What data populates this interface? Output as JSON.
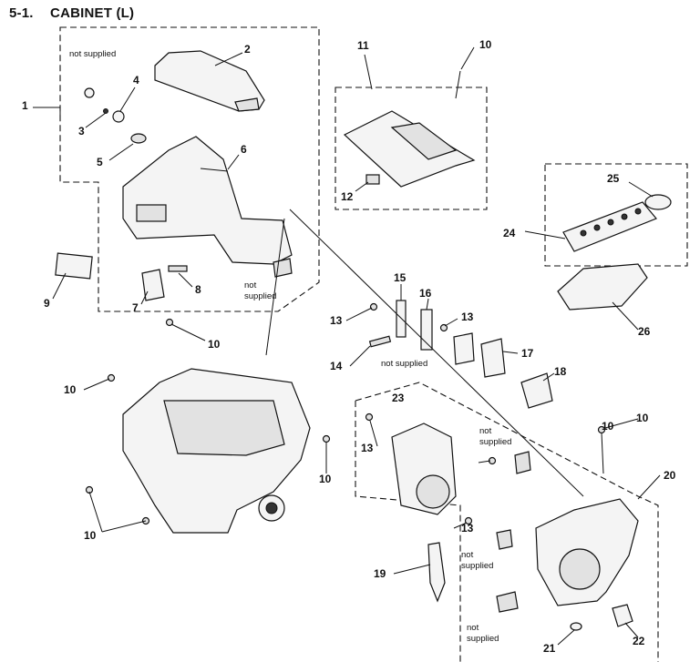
{
  "section": {
    "number": "5-1.",
    "title": "CABINET (L)"
  },
  "part_labels": [
    "1",
    "2",
    "3",
    "4",
    "5",
    "6",
    "7",
    "8",
    "9",
    "10",
    "11",
    "10",
    "12",
    "24",
    "25",
    "26",
    "13",
    "15",
    "16",
    "13",
    "14",
    "17",
    "18",
    "10",
    "10",
    "10",
    "10",
    "23",
    "10",
    "13",
    "20",
    "13",
    "19",
    "21",
    "22"
  ],
  "notes": {
    "not_supplied": "not supplied"
  }
}
